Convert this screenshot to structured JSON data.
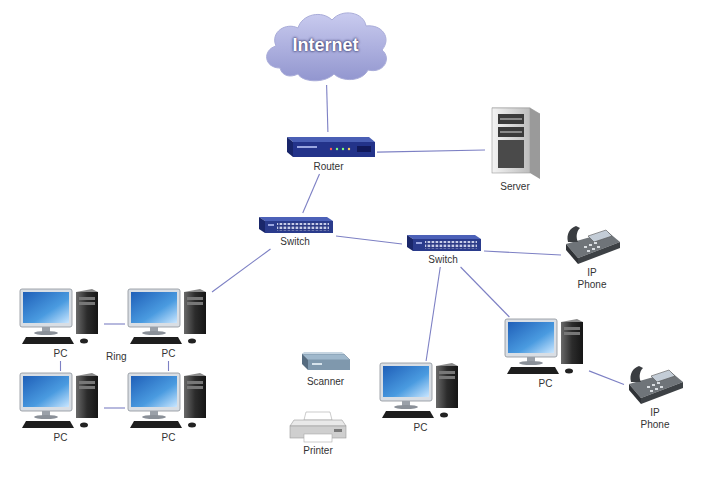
{
  "diagram": {
    "nodes": [
      {
        "text": [
          "Internet"
        ]
      },
      {
        "text": [
          "Router"
        ]
      },
      {
        "text": [
          "Server"
        ]
      },
      {
        "text": [
          "Switch"
        ]
      },
      {
        "text": [
          "Switch"
        ]
      },
      {
        "text": [
          "IP Phone"
        ]
      },
      {
        "text": [
          "PC"
        ]
      },
      {
        "text": [
          "PC"
        ]
      },
      {
        "text": [
          "Scanner"
        ]
      },
      {
        "text": [
          "PC"
        ]
      },
      {
        "text": [
          "PC"
        ]
      },
      {
        "text": [
          "PC"
        ]
      },
      {
        "text": [
          "PC"
        ]
      },
      {
        "text": [
          "IP Phone"
        ]
      },
      {
        "text": [
          "Printer"
        ]
      }
    ],
    "edges": [
      {
        "from": 0,
        "to": 1,
        "arrow": "none"
      },
      {
        "from": 1,
        "to": 2,
        "arrow": "none"
      },
      {
        "from": 1,
        "to": 3,
        "arrow": "none"
      },
      {
        "from": 3,
        "to": 4,
        "arrow": "none"
      },
      {
        "from": 3,
        "to": 7,
        "arrow": "none"
      },
      {
        "from": 6,
        "to": 7,
        "arrow": "none"
      },
      {
        "from": 6,
        "to": 10,
        "arrow": "none"
      },
      {
        "from": 10,
        "to": 11,
        "arrow": "none"
      },
      {
        "from": 7,
        "to": 11,
        "arrow": "none"
      },
      {
        "from": 4,
        "to": 5,
        "arrow": "none"
      },
      {
        "from": 4,
        "to": 12,
        "arrow": "none"
      },
      {
        "from": 4,
        "to": 9,
        "arrow": "none"
      },
      {
        "from": 9,
        "to": 13,
        "arrow": "none"
      }
    ],
    "labels": [
      "Ring"
    ]
  }
}
